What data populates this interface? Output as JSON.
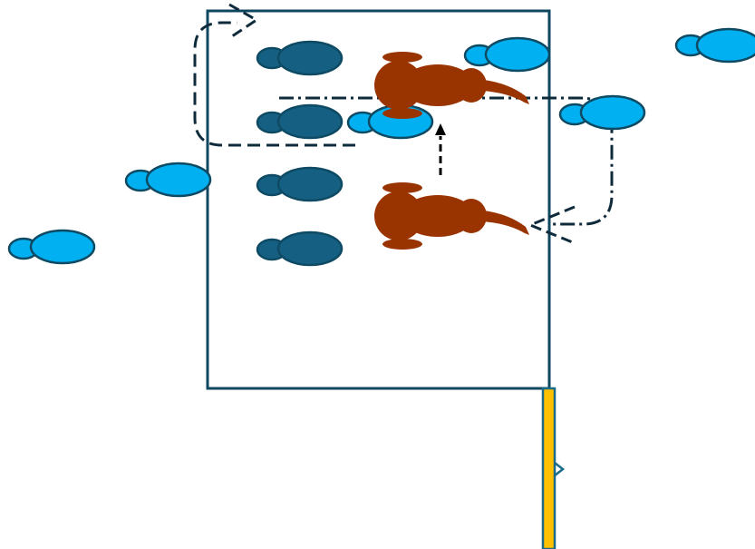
{
  "colors": {
    "background": "#ffffff",
    "frame": "#0f4761",
    "fish_outside": "#00b0f0",
    "fish_inside": "#156082",
    "fish_outline": "#0e4a63",
    "cat": "#993300",
    "dashed_path": "#0f2b3b",
    "arrow": "#000000",
    "rod": "#ffc000",
    "rod_outline": "#1a6b8a"
  },
  "icons": {
    "fish": "fish-icon",
    "cat": "cat-icon",
    "arrow": "up-arrow-icon",
    "chevron": "chevron-right-icon"
  },
  "counts": {
    "fish_in_frame_dark": 4,
    "fish_light_total": 6,
    "cats": 2
  }
}
